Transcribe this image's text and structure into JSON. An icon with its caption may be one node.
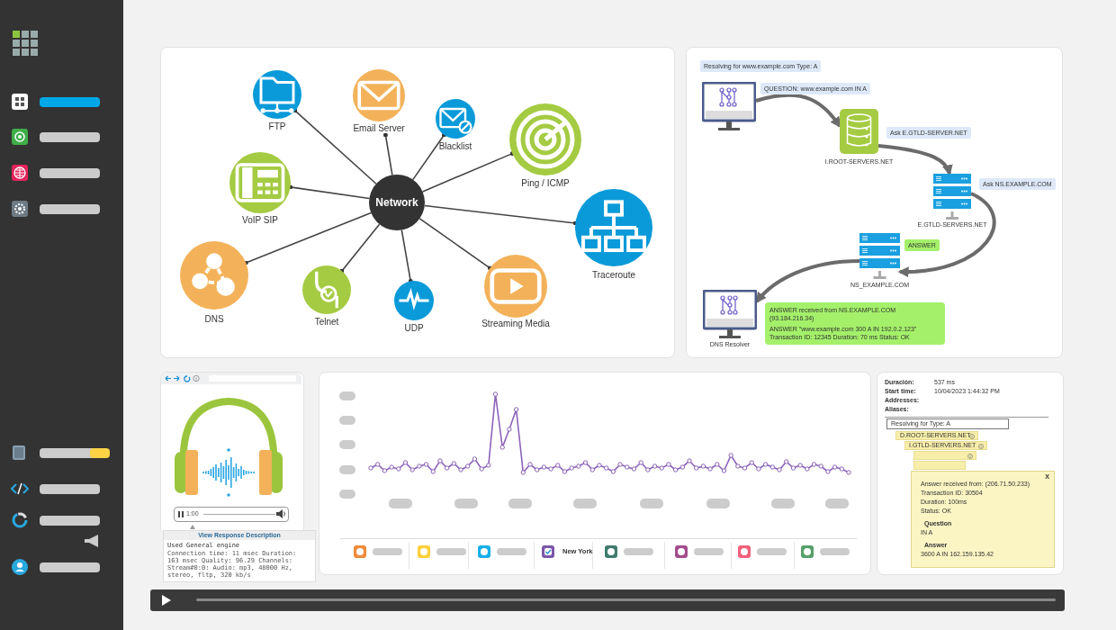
{
  "diagram": {
    "nodes": [
      {
        "text": [
          "Network"
        ]
      },
      {
        "text": [
          "FTP"
        ]
      },
      {
        "text": [
          "Email Server"
        ]
      },
      {
        "text": [
          "Blacklist"
        ]
      },
      {
        "text": [
          "Ping / ICMP"
        ]
      },
      {
        "text": [
          "VoIP SIP"
        ]
      },
      {
        "text": [
          "Traceroute"
        ]
      },
      {
        "text": [
          "DNS"
        ]
      },
      {
        "text": [
          "Telnet"
        ]
      },
      {
        "text": [
          "UDP"
        ]
      },
      {
        "text": [
          "Streaming Media"
        ]
      },
      {
        "text": [
          "Resolving for www.example.com Type: A"
        ]
      },
      {
        "text": [],
        "shape": "picture"
      },
      {
        "text": [
          "QUESTION: www.example.com IN A"
        ]
      },
      {
        "text": [
          "I.ROOT-SERVERS.NET"
        ]
      },
      {
        "text": [
          "Ask E.GTLD-SERVER.NET"
        ]
      },
      {
        "text": [
          "E.GTLD-SERVERS.NET"
        ]
      },
      {
        "text": [
          "Ask NS.EXAMPLE.COM"
        ]
      },
      {
        "text": [
          "NS_EXAMPLE.COM"
        ]
      },
      {
        "text": [
          "ANSWER"
        ]
      },
      {
        "text": [
          "DNS Resolver"
        ]
      },
      {
        "text": [
          "ANSWER received from NS.EXAMPLE.COM (93.184.216.34)",
          "ANSWER \"www.example.com 300 A IN 192.0.2.123\" Transaction ID: 12345 Duration: 70 ms Status: OK"
        ]
      },
      {
        "text": [
          "View Response Description",
          "Used General engine",
          "Connection time: 11 msec Duration: 163 msec Quality: 96.29 Channels: Stream#0:0: Audio: mp3, 48000 Hz, stereo, fltp, 320 kb/s"
        ]
      },
      {
        "text": [
          "Resolving for Type: A"
        ]
      },
      {
        "text": [
          "D.ROOT-SERVERS.NET"
        ]
      },
      {
        "text": [
          "I.GTLD-SERVERS.NET"
        ]
      },
      {
        "text": [],
        "shape": "box"
      },
      {
        "text": [],
        "shape": "box"
      },
      {
        "text": [
          "X",
          "Answer received from: (206.71.50.233)",
          "Transaction ID: 30504",
          "Duration: 100ms",
          "Status: OK",
          "Question",
          "IN A",
          "Answer",
          "3600 A IN 162.159.135.42"
        ]
      }
    ],
    "edges": [
      {
        "from": 0,
        "to": 1,
        "arrow": "other"
      },
      {
        "from": 0,
        "to": 2,
        "arrow": "other"
      },
      {
        "from": 0,
        "to": 3,
        "arrow": "other"
      },
      {
        "from": 0,
        "to": 4,
        "arrow": "other"
      },
      {
        "from": 0,
        "to": 5,
        "arrow": "other"
      },
      {
        "from": 0,
        "to": 6,
        "arrow": "other"
      },
      {
        "from": 0,
        "to": 7,
        "arrow": "other"
      },
      {
        "from": 0,
        "to": 8,
        "arrow": "other"
      },
      {
        "from": 0,
        "to": 9,
        "arrow": "other"
      },
      {
        "from": 0,
        "to": 10,
        "arrow": "other"
      },
      {
        "from": 12,
        "to": 14,
        "arrow": "to",
        "style": "thick"
      },
      {
        "from": 14,
        "to": 16,
        "arrow": "to",
        "style": "thick"
      },
      {
        "from": 16,
        "to": 18,
        "arrow": "to",
        "style": "thick"
      },
      {
        "from": 18,
        "to": 20,
        "arrow": "to",
        "style": "thick"
      }
    ],
    "labels": [
      "1:00",
      "Duración:",
      "537 ms",
      "Start time:",
      "10/04/2023 1:44:32 PM",
      "Addresses:",
      "Aliases:"
    ],
    "legend": [
      {
        "text": "New York",
        "color": "#7b57a8"
      }
    ]
  }
}
